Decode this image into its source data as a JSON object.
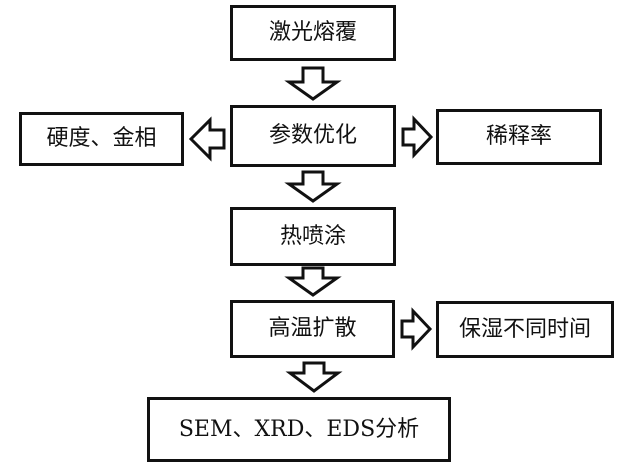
{
  "nodes": {
    "laser_cladding": "激光熔覆",
    "parameter_optimization": "参数优化",
    "hardness_metallography": "硬度、金相",
    "dilution_rate": "稀释率",
    "thermal_spraying": "热喷涂",
    "high_temp_diffusion": "高温扩散",
    "holding_time_variation": "保湿不同时间",
    "analysis": "SEM、XRD、EDS分析"
  },
  "arrow_icon": "hollow-block-arrow",
  "colors": {
    "line": "#111111",
    "fill": "#ffffff",
    "background": "#ffffff"
  }
}
